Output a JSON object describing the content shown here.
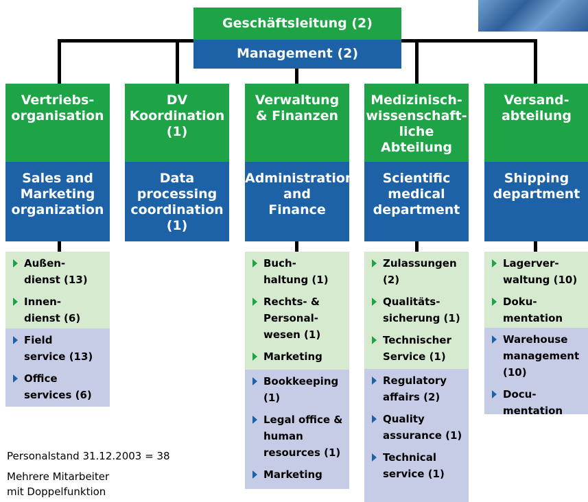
{
  "top": {
    "de": "Geschäftsleitung (2)",
    "en": "Management (2)"
  },
  "departments": [
    {
      "de": [
        "Vertriebs-",
        "organisation"
      ],
      "en": [
        "Sales and",
        "Marketing",
        "organization"
      ]
    },
    {
      "de": [
        "DV",
        "Koordination",
        "(1)"
      ],
      "en": [
        "Data",
        "processing",
        "coordination",
        "(1)"
      ]
    },
    {
      "de": [
        "Verwaltung",
        "& Finanzen"
      ],
      "en": [
        "Administration",
        "and",
        "Finance"
      ]
    },
    {
      "de": [
        "Medizinisch-",
        "wissenschaft-",
        "liche",
        "Abteilung"
      ],
      "en": [
        "Scientific",
        "medical",
        "department"
      ]
    },
    {
      "de": [
        "Versand-",
        "abteilung"
      ],
      "en": [
        "Shipping",
        "department"
      ]
    }
  ],
  "lists": [
    {
      "de": [
        [
          "Außen-",
          "dienst (13)"
        ],
        [
          "Innen-",
          "dienst (6)"
        ]
      ],
      "en": [
        [
          "Field",
          "service (13)"
        ],
        [
          "Office",
          "services (6)"
        ]
      ]
    },
    null,
    {
      "de": [
        [
          "Buch-",
          "haltung (1)"
        ],
        [
          "Rechts- &",
          "Personal-",
          "wesen (1)"
        ],
        [
          "Marketing"
        ]
      ],
      "en": [
        [
          "Bookkeeping",
          "(1)"
        ],
        [
          "Legal office &",
          "human",
          "resources (1)"
        ],
        [
          "Marketing"
        ]
      ]
    },
    {
      "de": [
        [
          "Zulassungen",
          "(2)"
        ],
        [
          "Qualitäts-",
          "sicherung (1)"
        ],
        [
          "Technischer",
          "Service (1)"
        ]
      ],
      "en": [
        [
          "Regulatory",
          "affairs (2)"
        ],
        [
          "Quality",
          "assurance (1)"
        ],
        [
          "Technical",
          "service (1)"
        ]
      ]
    },
    {
      "de": [
        [
          "Lagerver-",
          "waltung (10)"
        ],
        [
          "Doku-",
          "mentation"
        ]
      ],
      "en": [
        [
          "Warehouse",
          "management",
          "(10)"
        ],
        [
          "Docu-",
          "mentation"
        ]
      ]
    }
  ],
  "footer": {
    "staff": "Personalstand 31.12.2003 = 38",
    "note": [
      "Mehrere Mitarbeiter",
      "mit Doppelfunktion"
    ]
  },
  "colors": {
    "green": "#1ea346",
    "blue": "#1d62a6",
    "light_green": "#d6ead0",
    "light_blue": "#c6cce6"
  }
}
